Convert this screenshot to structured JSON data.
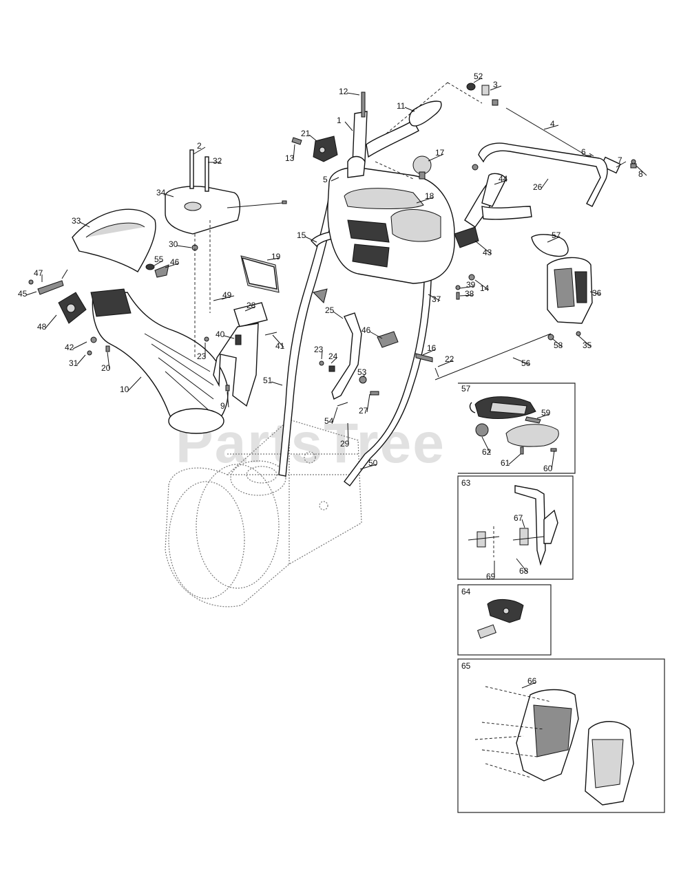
{
  "watermark": "PartsTree",
  "callouts": [
    {
      "id": "c1",
      "text": "1"
    },
    {
      "id": "c2",
      "text": "2"
    },
    {
      "id": "c3",
      "text": "3"
    },
    {
      "id": "c4",
      "text": "4"
    },
    {
      "id": "c5",
      "text": "5"
    },
    {
      "id": "c6",
      "text": "6"
    },
    {
      "id": "c7",
      "text": "7"
    },
    {
      "id": "c8",
      "text": "8"
    },
    {
      "id": "c9",
      "text": "9"
    },
    {
      "id": "c10",
      "text": "10"
    },
    {
      "id": "c11",
      "text": "11"
    },
    {
      "id": "c12",
      "text": "12"
    },
    {
      "id": "c13",
      "text": "13"
    },
    {
      "id": "c14",
      "text": "14"
    },
    {
      "id": "c15",
      "text": "15"
    },
    {
      "id": "c16",
      "text": "16"
    },
    {
      "id": "c17",
      "text": "17"
    },
    {
      "id": "c18",
      "text": "18"
    },
    {
      "id": "c19",
      "text": "19"
    },
    {
      "id": "c20",
      "text": "20"
    },
    {
      "id": "c21",
      "text": "21"
    },
    {
      "id": "c22",
      "text": "22"
    },
    {
      "id": "c23a",
      "text": "23"
    },
    {
      "id": "c23b",
      "text": "23"
    },
    {
      "id": "c24",
      "text": "24"
    },
    {
      "id": "c25",
      "text": "25"
    },
    {
      "id": "c26",
      "text": "26"
    },
    {
      "id": "c27",
      "text": "27"
    },
    {
      "id": "c28",
      "text": "28"
    },
    {
      "id": "c29",
      "text": "29"
    },
    {
      "id": "c30",
      "text": "30"
    },
    {
      "id": "c31",
      "text": "31"
    },
    {
      "id": "c32",
      "text": "32"
    },
    {
      "id": "c33",
      "text": "33"
    },
    {
      "id": "c34",
      "text": "34"
    },
    {
      "id": "c35",
      "text": "35"
    },
    {
      "id": "c36",
      "text": "36"
    },
    {
      "id": "c37",
      "text": "37"
    },
    {
      "id": "c38",
      "text": "38"
    },
    {
      "id": "c39",
      "text": "39"
    },
    {
      "id": "c40",
      "text": "40"
    },
    {
      "id": "c41",
      "text": "41"
    },
    {
      "id": "c42",
      "text": "42"
    },
    {
      "id": "c43",
      "text": "43"
    },
    {
      "id": "c44",
      "text": "44"
    },
    {
      "id": "c45",
      "text": "45"
    },
    {
      "id": "c46a",
      "text": "46"
    },
    {
      "id": "c46b",
      "text": "46"
    },
    {
      "id": "c47",
      "text": "47"
    },
    {
      "id": "c48",
      "text": "48"
    },
    {
      "id": "c49",
      "text": "49"
    },
    {
      "id": "c50",
      "text": "50"
    },
    {
      "id": "c51",
      "text": "51"
    },
    {
      "id": "c52",
      "text": "52"
    },
    {
      "id": "c53",
      "text": "53"
    },
    {
      "id": "c54",
      "text": "54"
    },
    {
      "id": "c55",
      "text": "55"
    },
    {
      "id": "c56",
      "text": "56"
    },
    {
      "id": "c57",
      "text": "57"
    },
    {
      "id": "c58",
      "text": "58"
    },
    {
      "id": "c59",
      "text": "59"
    },
    {
      "id": "c60",
      "text": "60"
    },
    {
      "id": "c61",
      "text": "61"
    },
    {
      "id": "c62",
      "text": "62"
    },
    {
      "id": "c66",
      "text": "66"
    },
    {
      "id": "c67",
      "text": "67"
    },
    {
      "id": "c68",
      "text": "68"
    },
    {
      "id": "c69",
      "text": "69"
    }
  ],
  "insets": [
    {
      "id": "inset57",
      "label": "57"
    },
    {
      "id": "inset63",
      "label": "63"
    },
    {
      "id": "inset64",
      "label": "64"
    },
    {
      "id": "inset65",
      "label": "65"
    }
  ]
}
